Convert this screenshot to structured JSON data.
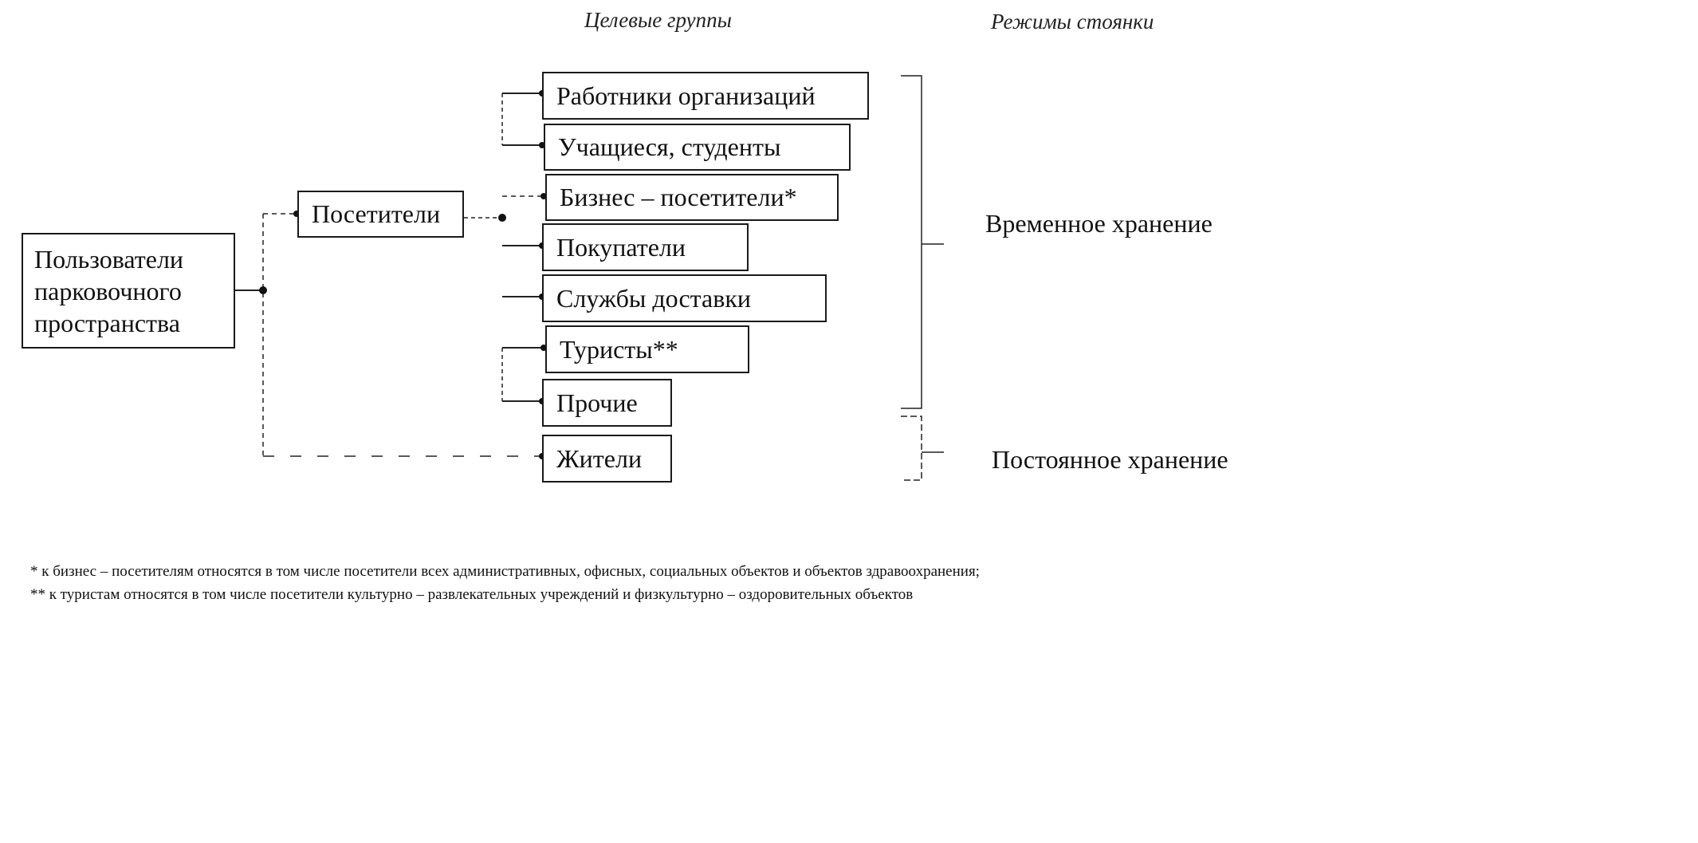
{
  "headers": {
    "targets": "Целевые группы",
    "modes": "Режимы стоянки"
  },
  "root": {
    "line1": "Пользователи",
    "line2": "парковочного",
    "line3": "пространства"
  },
  "visitors": "Посетители",
  "groups": [
    "Работники организаций",
    "Учащиеся, студенты",
    "Бизнес – посетители*",
    "Покупатели",
    "Службы доставки",
    "Туристы**",
    "Прочие",
    "Жители"
  ],
  "modes": {
    "temporary": "Временное хранение",
    "permanent": "Постоянное хранение"
  },
  "notes": [
    "* к бизнес – посетителям относятся в том числе посетители всех административных, офисных, социальных объектов и объектов здравоохранения;",
    "** к туристам относятся в том числе посетители культурно – развлекательных учреждений и физкультурно – оздоровительных объектов"
  ]
}
